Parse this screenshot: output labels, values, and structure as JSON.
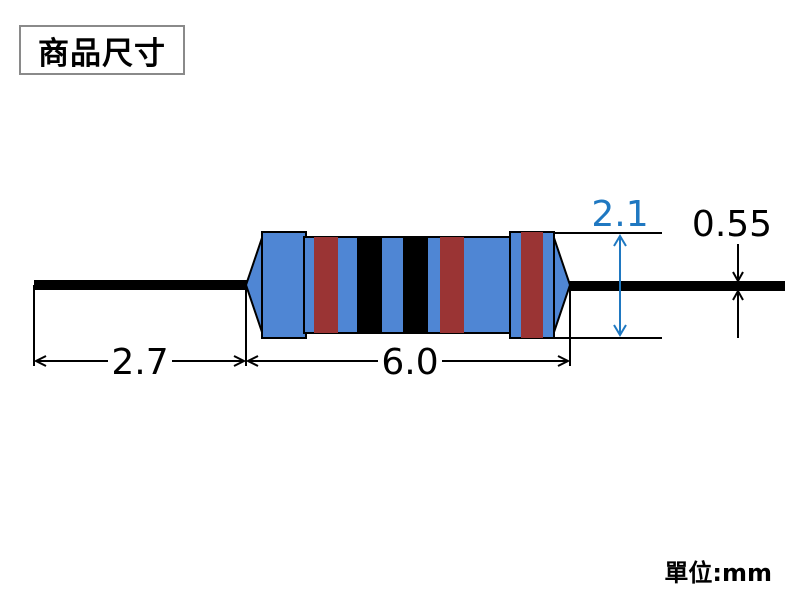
{
  "title": "商品尺寸",
  "unit_label": "單位:mm",
  "dimensions": {
    "lead_length": "2.7",
    "body_length": "6.0",
    "body_diameter": "2.1",
    "lead_diameter": "0.55"
  },
  "colors": {
    "body": "#4F86D4",
    "band_red": "#9A3434",
    "band_black": "#000000",
    "lead": "#000000",
    "diameter_accent": "#1F78C1"
  }
}
